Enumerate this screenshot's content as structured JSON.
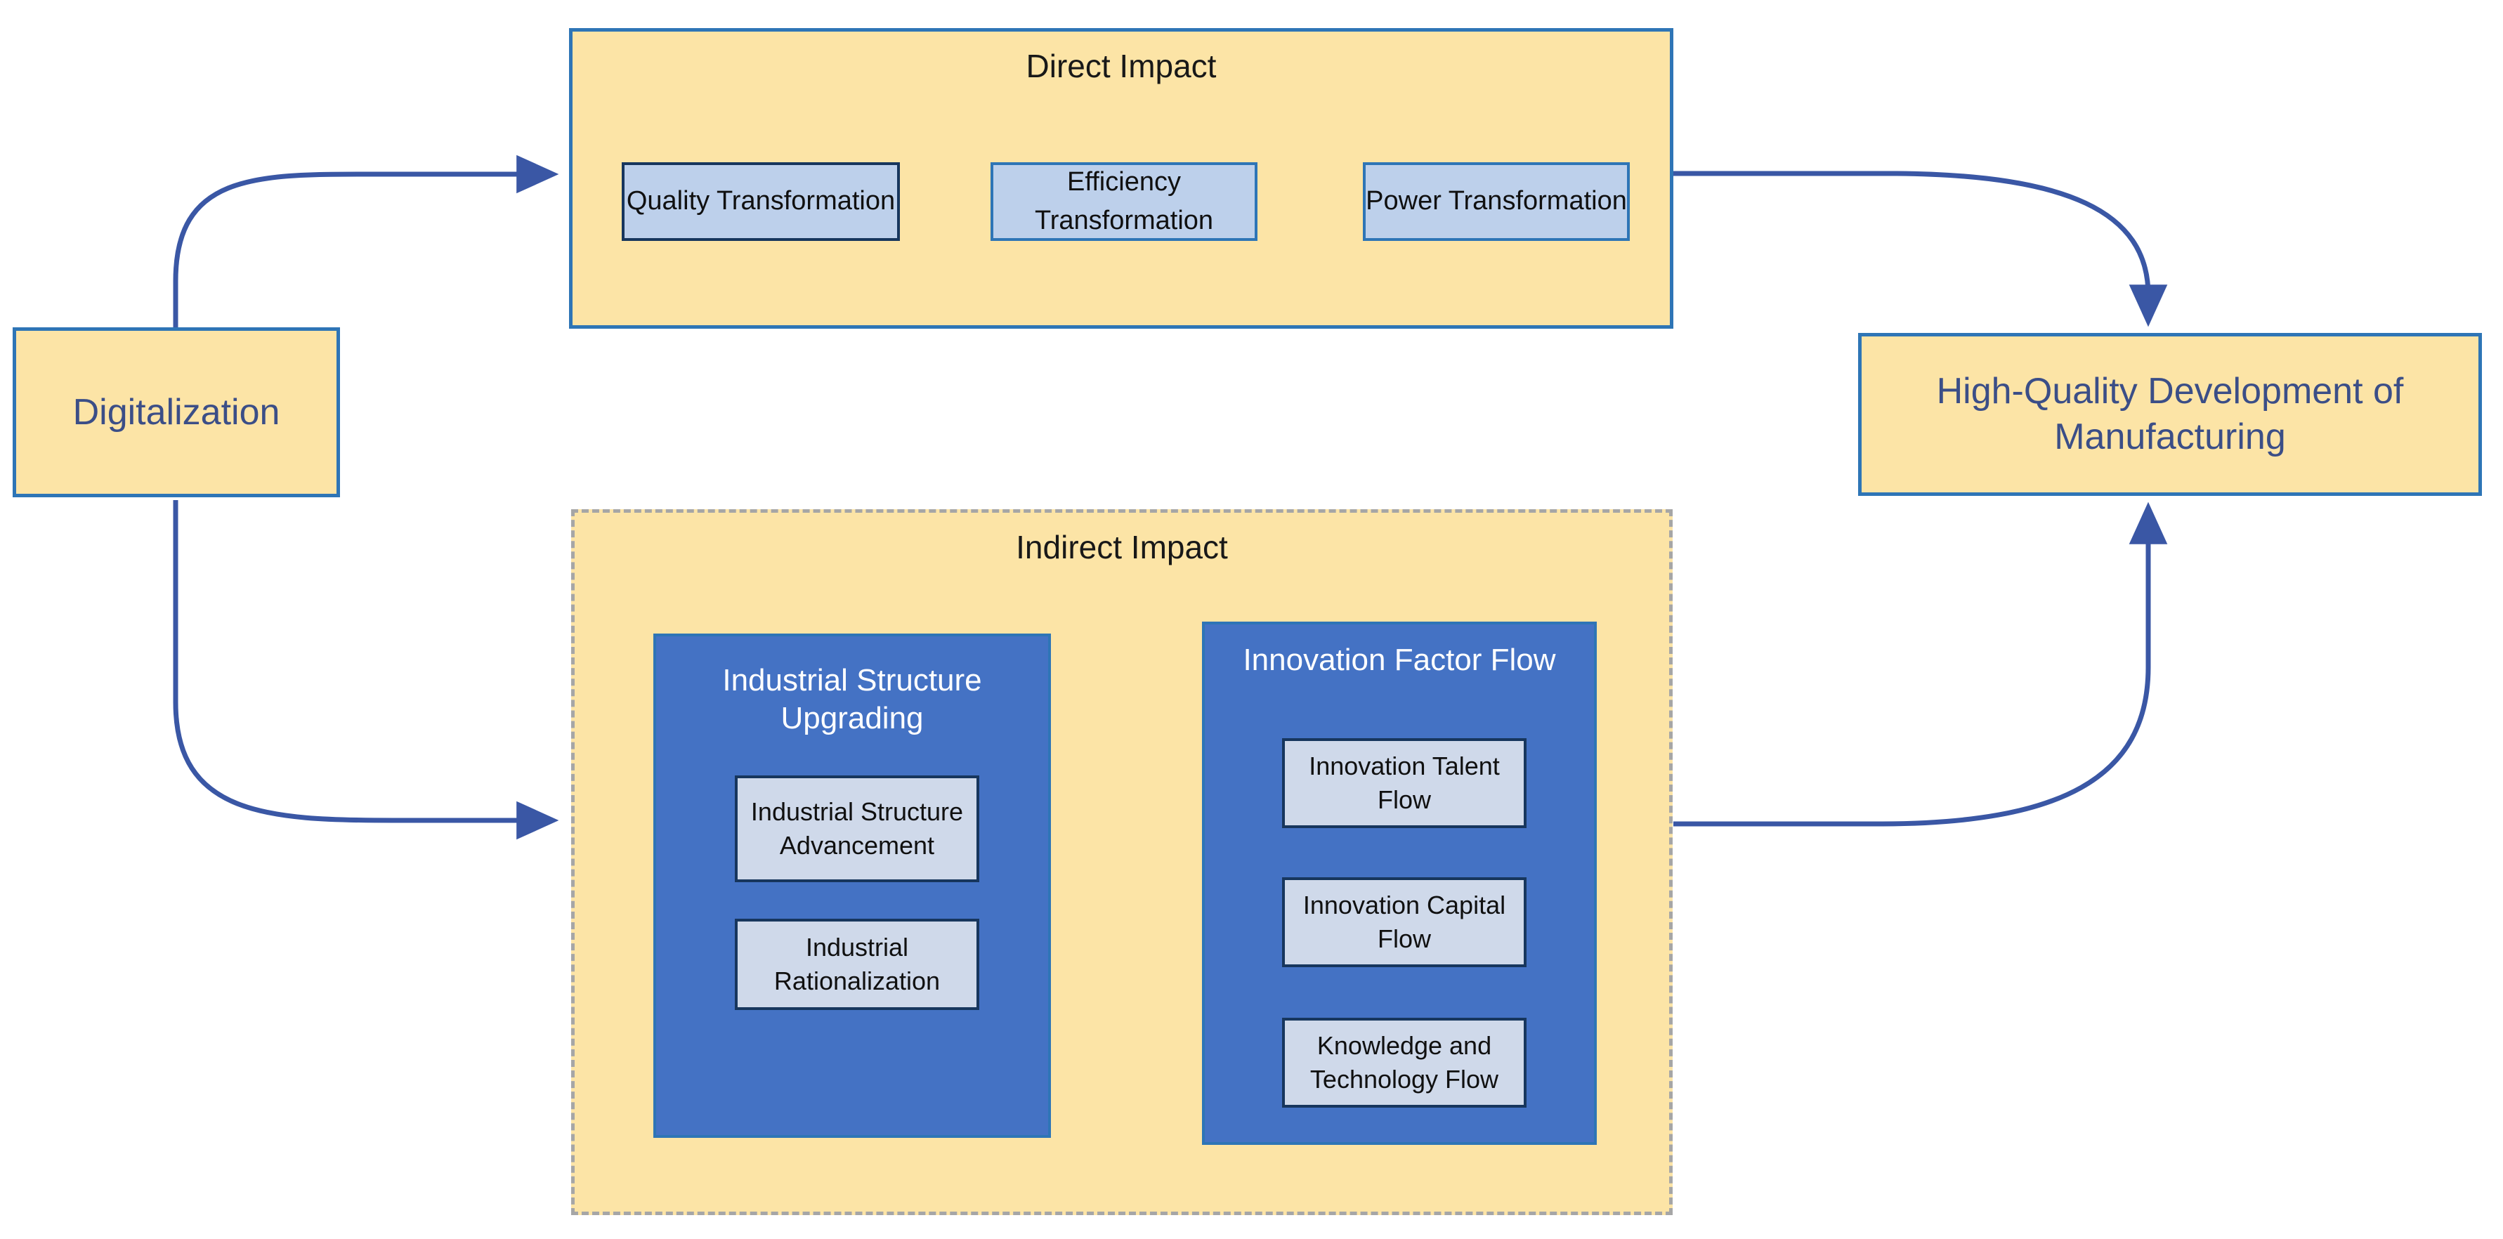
{
  "diagram": {
    "title_hidden": "",
    "colors": {
      "yellow_fill": "#FCE4A6",
      "blue_border": "#2E75B6",
      "light_blue_fill": "#BDD0EB",
      "dark_blue_fill": "#4472C4",
      "pale_blue_fill": "#CFD9EA",
      "arrow_blue": "#3A57A5",
      "dashed_gray": "#A6A6A6",
      "yellow_text": "#3B4E87"
    },
    "source_node": {
      "label": "Digitalization"
    },
    "target_node": {
      "label": "High-Quality Development of Manufacturing"
    },
    "direct_impact": {
      "title": "Direct Impact",
      "items": [
        {
          "label": "Quality Transformation"
        },
        {
          "label": "Efficiency Transformation"
        },
        {
          "label": "Power Transformation"
        }
      ]
    },
    "indirect_impact": {
      "title": "Indirect Impact",
      "mediators": [
        {
          "title": "Industrial Structure Upgrading",
          "items": [
            {
              "label": "Industrial Structure Advancement"
            },
            {
              "label": "Industrial Rationalization"
            }
          ]
        },
        {
          "title": "Innovation Factor Flow",
          "items": [
            {
              "label": "Innovation Talent Flow"
            },
            {
              "label": "Innovation Capital Flow"
            },
            {
              "label": "Knowledge and Technology Flow"
            }
          ]
        }
      ]
    },
    "arrows": [
      {
        "name": "digitalization-to-direct-impact",
        "from": "Digitalization",
        "to": "Direct Impact"
      },
      {
        "name": "digitalization-to-indirect-impact",
        "from": "Digitalization",
        "to": "Indirect Impact"
      },
      {
        "name": "direct-impact-to-high-quality",
        "from": "Direct Impact",
        "to": "High-Quality Development of Manufacturing"
      },
      {
        "name": "indirect-impact-to-high-quality",
        "from": "Indirect Impact",
        "to": "High-Quality Development of Manufacturing"
      }
    ]
  }
}
